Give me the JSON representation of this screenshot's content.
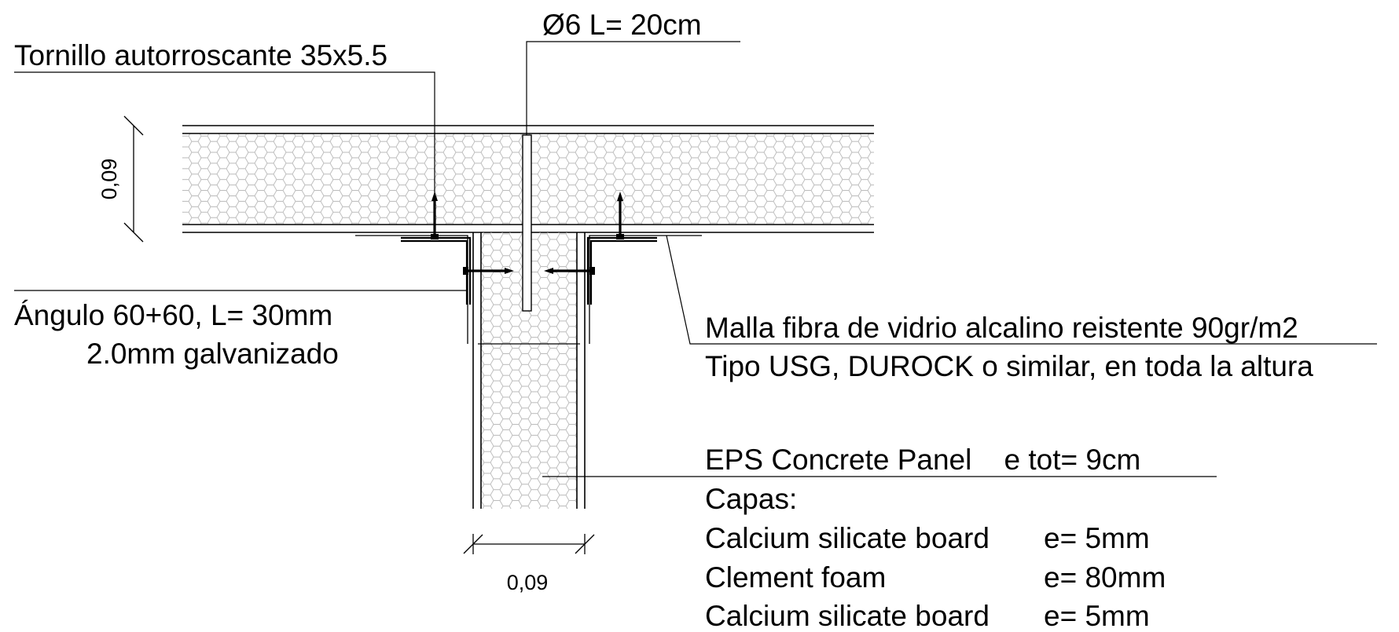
{
  "labels": {
    "rebar": "Ø6  L= 20cm",
    "screw": "Tornillo autorroscante 35x5.5",
    "angle_line1": "Ángulo 60+60, L= 30mm",
    "angle_line2": "2.0mm galvanizado",
    "mesh_line1": "Malla fibra de vidrio alcalino reistente 90gr/m2",
    "mesh_line2": "Tipo USG, DUROCK o similar, en toda la altura",
    "panel_title": "EPS Concrete Panel    e tot= 9cm",
    "layers_heading": "Capas:",
    "layers": [
      {
        "name": "Calcium silicate board",
        "thickness": "e= 5mm"
      },
      {
        "name": "Clement foam",
        "thickness": "e= 80mm"
      },
      {
        "name": "Calcium silicate board",
        "thickness": "e= 5mm"
      }
    ]
  },
  "dimensions": {
    "horizontal_panel_thickness": "0,09",
    "vertical_panel_thickness": "0,09"
  }
}
